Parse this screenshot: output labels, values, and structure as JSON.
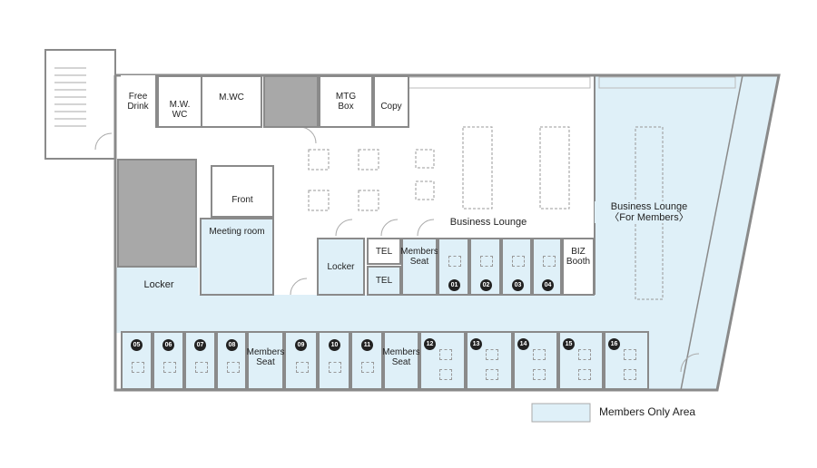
{
  "colors": {
    "members_area": "#dff0f8",
    "wall": "#8a8a8a",
    "core": "#a8a8a8"
  },
  "rooms": {
    "free_drink": "Free\nDrink",
    "mw_wc": "M.W.\nWC",
    "m_wc": "M.WC",
    "mtg_box": "MTG\nBox",
    "copy": "Copy",
    "front": "Front",
    "meeting_room": "Meeting room",
    "locker_left": "Locker",
    "locker_mid": "Locker",
    "tel_1": "TEL",
    "tel_2": "TEL",
    "members_seat_mid": "Members\nSeat",
    "biz_booth": "BIZ\nBooth",
    "business_lounge": "Business Lounge",
    "business_lounge_members": "Business Lounge\n〈For Members〉",
    "members_seat_1": "Members\nSeat",
    "members_seat_2": "Members\nSeat"
  },
  "booths_top": [
    "01",
    "02",
    "03",
    "04"
  ],
  "booths_bottom": [
    "05",
    "06",
    "07",
    "08",
    "09",
    "10",
    "11",
    "12",
    "13",
    "14",
    "15",
    "16"
  ],
  "legend": {
    "label": "Members Only Area"
  }
}
